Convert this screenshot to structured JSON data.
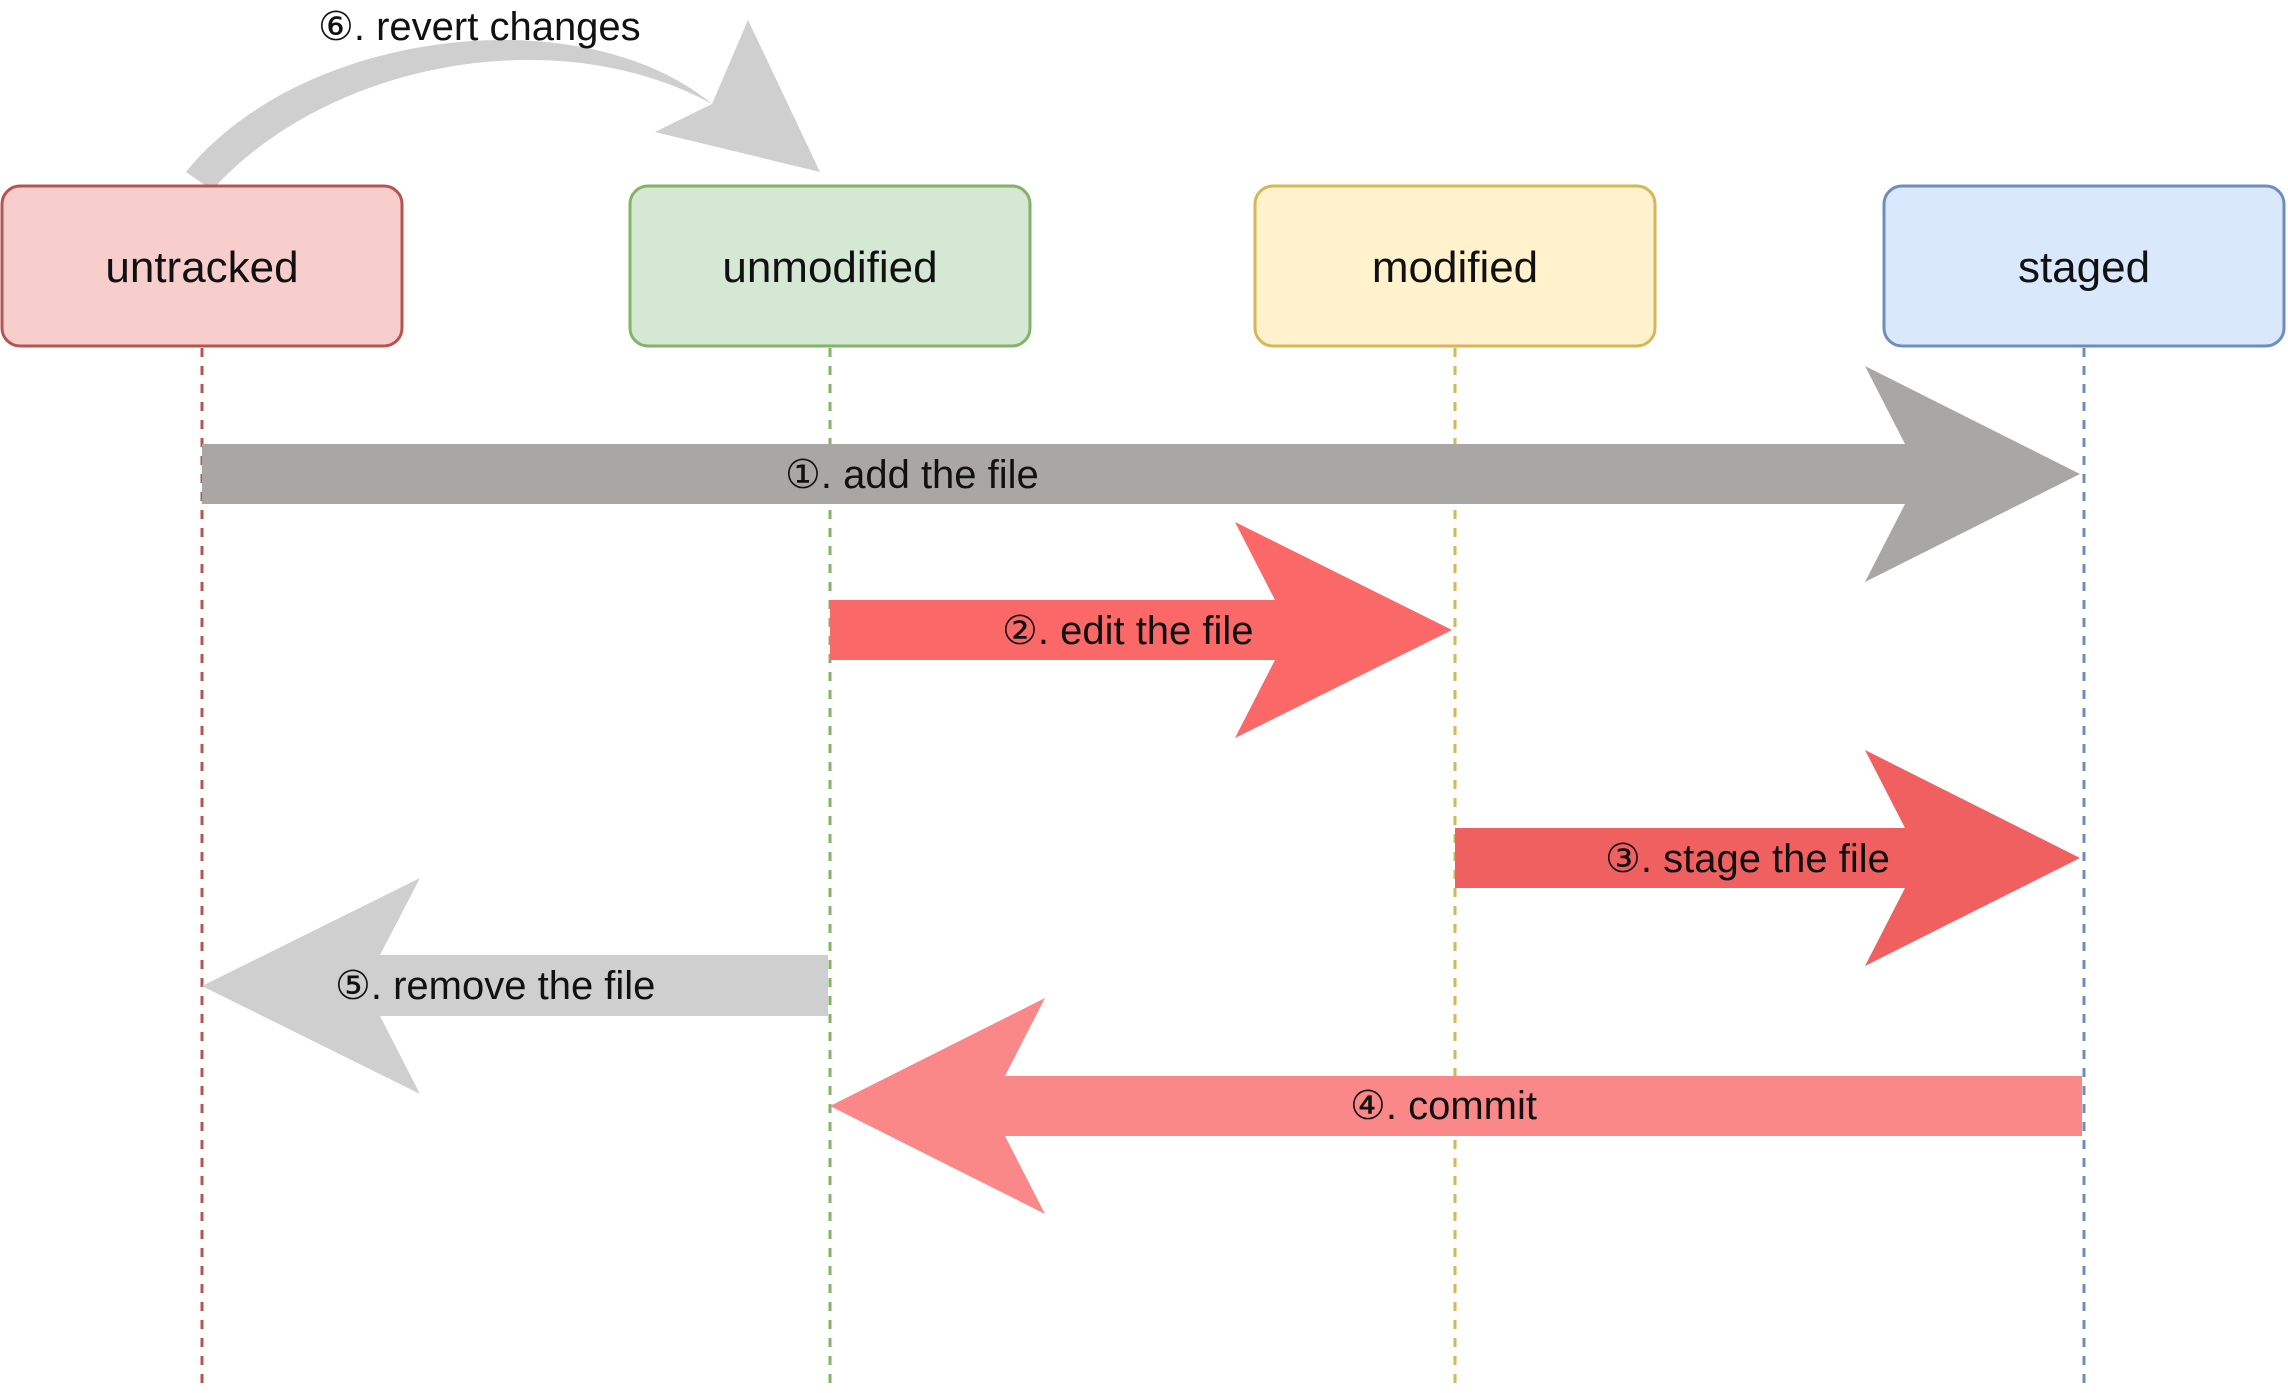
{
  "diagram": {
    "states": [
      {
        "id": "untracked",
        "label": "untracked",
        "fill": "#f8cecc",
        "stroke": "#b85450"
      },
      {
        "id": "unmodified",
        "label": "unmodified",
        "fill": "#d5e8d4",
        "stroke": "#82b366"
      },
      {
        "id": "modified",
        "label": "modified",
        "fill": "#fff2cc",
        "stroke": "#d6b656"
      },
      {
        "id": "staged",
        "label": "staged",
        "fill": "#dae8fc",
        "stroke": "#6c8ebf"
      }
    ],
    "transitions": [
      {
        "id": "add-the-file",
        "from": "untracked",
        "to": "staged",
        "label": "①. add the file",
        "color": "#a8a7a5"
      },
      {
        "id": "edit-the-file",
        "from": "unmodified",
        "to": "modified",
        "label": "②. edit the file",
        "color": "#fa6868"
      },
      {
        "id": "stage-the-file",
        "from": "modified",
        "to": "staged",
        "label": "③. stage the file",
        "color": "#f06060"
      },
      {
        "id": "remove-the-file",
        "from": "unmodified",
        "to": "untracked",
        "label": "⑤. remove the file",
        "color": "#cfcfcf"
      },
      {
        "id": "commit",
        "from": "staged",
        "to": "unmodified",
        "label": "④. commit",
        "color": "#fa8889"
      },
      {
        "id": "revert-changes",
        "from": "untracked",
        "to": "unmodified",
        "label": "⑥. revert changes",
        "color": "#cfcfcf",
        "shape": "curved"
      }
    ]
  }
}
